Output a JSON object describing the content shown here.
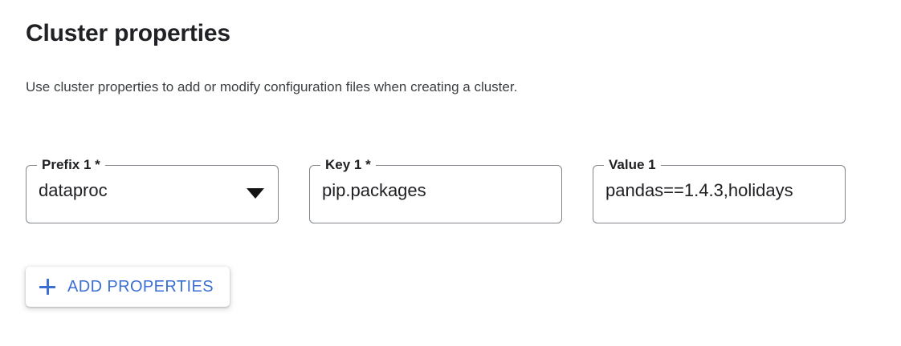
{
  "section": {
    "title": "Cluster properties",
    "description": "Use cluster properties to add or modify configuration files when creating a cluster."
  },
  "fields": [
    {
      "name": "prefix-1",
      "label": "Prefix 1 *",
      "value": "dataproc",
      "control": "select",
      "icon": "dropdown-caret-icon"
    },
    {
      "name": "key-1",
      "label": "Key 1 *",
      "value": "pip.packages",
      "control": "text"
    },
    {
      "name": "value-1",
      "label": "Value 1",
      "value": "pandas==1.4.3,holidays",
      "control": "text"
    }
  ],
  "buttons": {
    "add_properties": {
      "label": "ADD PROPERTIES",
      "icon": "plus-icon"
    }
  },
  "colors": {
    "accent_blue": "#3b6fd4",
    "text_primary": "#202124",
    "text_secondary": "#3c4043",
    "field_border": "#80868b",
    "background": "#ffffff"
  }
}
